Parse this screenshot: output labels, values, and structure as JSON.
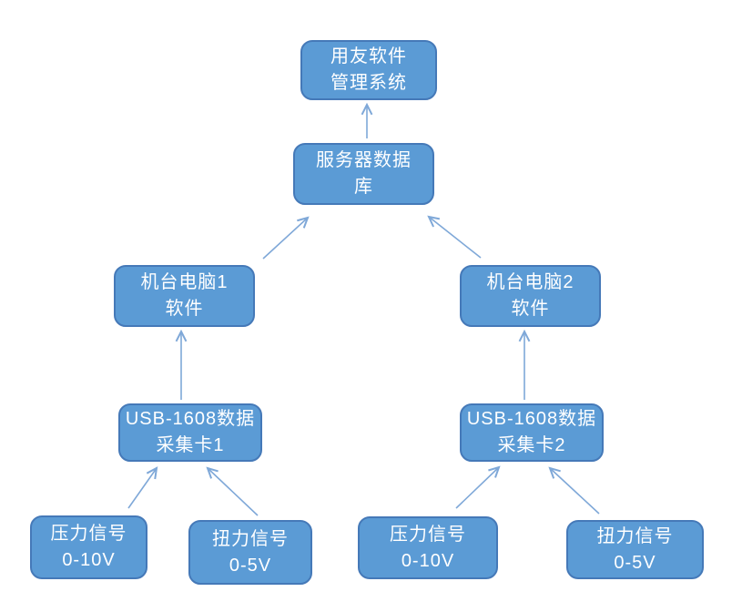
{
  "diagram": {
    "title": "signal-acquisition-system-flowchart",
    "colors": {
      "background": "#ffffff",
      "box_fill": "#5b9bd5",
      "box_border": "#4579b8",
      "arrow": "#7fa8d8",
      "text": "#ffffff"
    },
    "nodes": {
      "ufida": {
        "line1": "用友软件",
        "line2": "管理系统"
      },
      "serverdb": {
        "line1": "服务器数据",
        "line2": "库"
      },
      "machine1": {
        "line1": "机台电脑1",
        "line2": "软件"
      },
      "machine2": {
        "line1": "机台电脑2",
        "line2": "软件"
      },
      "usb1": {
        "line1": "USB-1608数据",
        "line2": "采集卡1"
      },
      "usb2": {
        "line1": "USB-1608数据",
        "line2": "采集卡2"
      },
      "pressure1": {
        "line1": "压力信号",
        "line2": "0-10V"
      },
      "torque1": {
        "line1": "扭力信号",
        "line2": "0-5V"
      },
      "pressure2": {
        "line1": "压力信号",
        "line2": "0-10V"
      },
      "torque2": {
        "line1": "扭力信号",
        "line2": "0-5V"
      }
    },
    "edges": [
      {
        "from": "serverdb",
        "to": "ufida"
      },
      {
        "from": "machine1",
        "to": "serverdb"
      },
      {
        "from": "machine2",
        "to": "serverdb"
      },
      {
        "from": "usb1",
        "to": "machine1"
      },
      {
        "from": "usb2",
        "to": "machine2"
      },
      {
        "from": "pressure1",
        "to": "usb1"
      },
      {
        "from": "torque1",
        "to": "usb1"
      },
      {
        "from": "pressure2",
        "to": "usb2"
      },
      {
        "from": "torque2",
        "to": "usb2"
      }
    ]
  }
}
